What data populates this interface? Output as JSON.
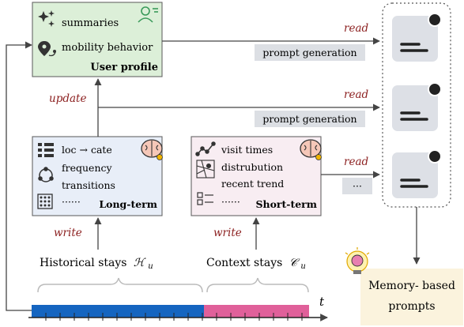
{
  "user_profile": {
    "items": [
      "summaries",
      "mobility behavior"
    ],
    "title": "User profile"
  },
  "long_term": {
    "items": [
      "loc → cate",
      "frequency",
      "transitions",
      "······"
    ],
    "title": "Long-term"
  },
  "short_term": {
    "items": [
      "visit times",
      "distrubution",
      "recent trend",
      "······"
    ],
    "title": "Short-term"
  },
  "edges": {
    "read": "read",
    "update": "update",
    "write": "write",
    "prompt_generation": "prompt generation",
    "ellipsis": "···"
  },
  "inputs": {
    "historical": "Historical stays",
    "historical_symbol": "ℋ",
    "historical_sub": "u",
    "context": "Context stays",
    "context_symbol": "𝒞",
    "context_sub": "u"
  },
  "output": {
    "line1": "Memory- based",
    "line2": "prompts"
  },
  "timeline_axis": "t",
  "colors": {
    "user_profile_fill": "#dcefd8",
    "long_term_fill": "#e8eef8",
    "short_term_fill": "#f8edf2",
    "timeline_blue": "#1565c0",
    "timeline_pink": "#e0609a",
    "output_fill": "#fbf3dd",
    "memory_slot": "#dde0e6",
    "annotation_red": "#8b1e1e"
  }
}
